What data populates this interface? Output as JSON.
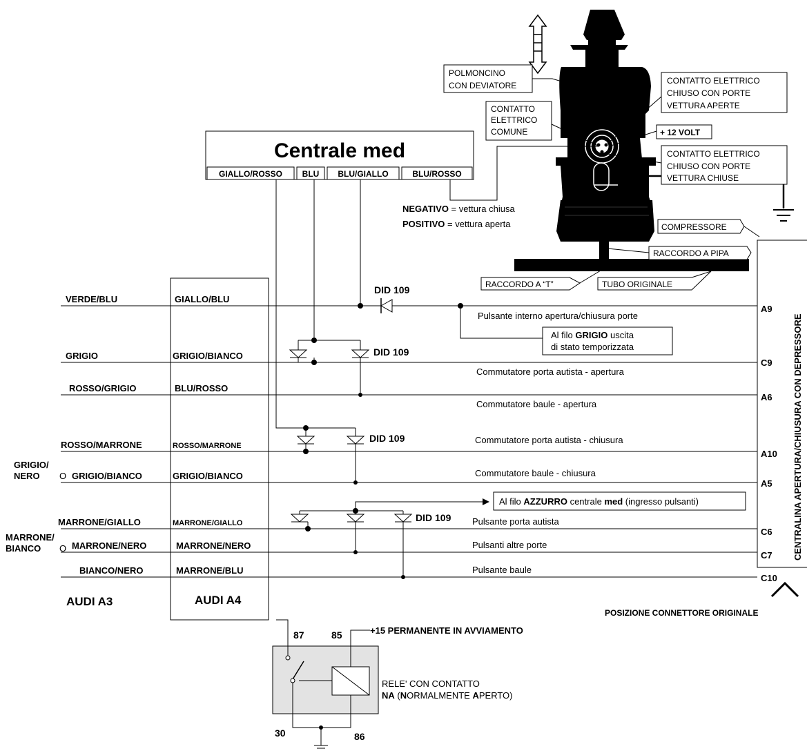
{
  "central_title": "Centrale med",
  "central_pins": [
    "GIALLO/ROSSO",
    "BLU",
    "BLU/GIALLO",
    "BLU/ROSSO"
  ],
  "polarity": {
    "neg_bold": "NEGATIVO",
    "neg_text": " = vettura chiusa",
    "pos_bold": "POSITIVO",
    "pos_text": " = vettura aperta"
  },
  "actuator": {
    "polmoncino_1": "POLMONCINO",
    "polmoncino_2": "CON DEVIATORE",
    "comune_1": "CONTATTO",
    "comune_2": "ELETTRICO",
    "comune_3": "COMUNE",
    "aperte_1": "CONTATTO ELETTRICO",
    "aperte_2": "CHIUSO CON PORTE",
    "aperte_3": "VETTURA APERTE",
    "volt": "+ 12 VOLT",
    "chiuse_1": "CONTATTO ELETTRICO",
    "chiuse_2": "CHIUSO CON PORTE",
    "chiuse_3": "VETTURA CHIUSE",
    "compressore": "COMPRESSORE",
    "pipa": "RACCORDO A PIPA",
    "raccordo_t": "RACCORDO A “T”",
    "tubo": "TUBO ORIGINALE"
  },
  "rows": [
    {
      "a3": "VERDE/BLU",
      "a4": "GIALLO/BLU",
      "pin": "A9"
    },
    {
      "a3": "GRIGIO",
      "a4": "GRIGIO/BIANCO",
      "pin": "C9"
    },
    {
      "a3": "ROSSO/GRIGIO",
      "a4": "BLU/ROSSO",
      "pin": "A6"
    },
    {
      "a3": "ROSSO/MARRONE",
      "a4": "ROSSO/MARRONE",
      "pin": "A10"
    },
    {
      "a3": "GRIGIO/BIANCO",
      "a4": "GRIGIO/BIANCO",
      "pin": "A5"
    },
    {
      "a3": "MARRONE/GIALLO",
      "a4": "MARRONE/GIALLO",
      "pin": "C6"
    },
    {
      "a3": "MARRONE/NERO",
      "a4": "MARRONE/NERO",
      "pin": "C7"
    },
    {
      "a3": "BIANCO/NERO",
      "a4": "MARRONE/BLU",
      "pin": "C10"
    }
  ],
  "alt_colors": {
    "grigio_nero": [
      "GRIGIO/",
      "NERO"
    ],
    "marrone_bianco": [
      "MARRONE/",
      "BIANCO"
    ],
    "or": "O"
  },
  "functions": {
    "a9": "Pulsante interno apertura/chiusura porte",
    "c9": "Commutatore porta autista - apertura",
    "a6": "Commutatore baule - apertura",
    "a10": "Commutatore porta autista - chiusura",
    "a5": "Commutatore baule - chiusura",
    "c6": "Pulsante porta autista",
    "c7": "Pulsanti altre porte",
    "c10": "Pulsante baule"
  },
  "diode": "DID 109",
  "note_grigio": {
    "pre": "Al filo ",
    "bold": "GRIGIO",
    "post": " uscita",
    "line2": "di stato temporizzata"
  },
  "note_azzurro": {
    "pre": "Al filo ",
    "bold": "AZZURRO",
    "mid": " centrale ",
    "bold2": "med",
    "post": " (ingresso pulsanti)"
  },
  "car_a3": "AUDI A3",
  "car_a4": "AUDI A4",
  "right_unit": "CENTRALINA APERTURA/CHIUSURA CON DEPRESSORE",
  "connector_pos": "POSIZIONE CONNETTORE ORIGINALE",
  "relay": {
    "t87": "87",
    "t85": "85",
    "t30": "30",
    "t86": "86",
    "supply": "+15 PERMANENTE IN AVVIAMENTO",
    "desc1": "RELE' CON CONTATTO",
    "desc2_b1": "NA",
    "desc2_1": " (",
    "desc2_b2": "N",
    "desc2_2": "ORMALMENTE ",
    "desc2_b3": "A",
    "desc2_3": "PERTO)"
  }
}
